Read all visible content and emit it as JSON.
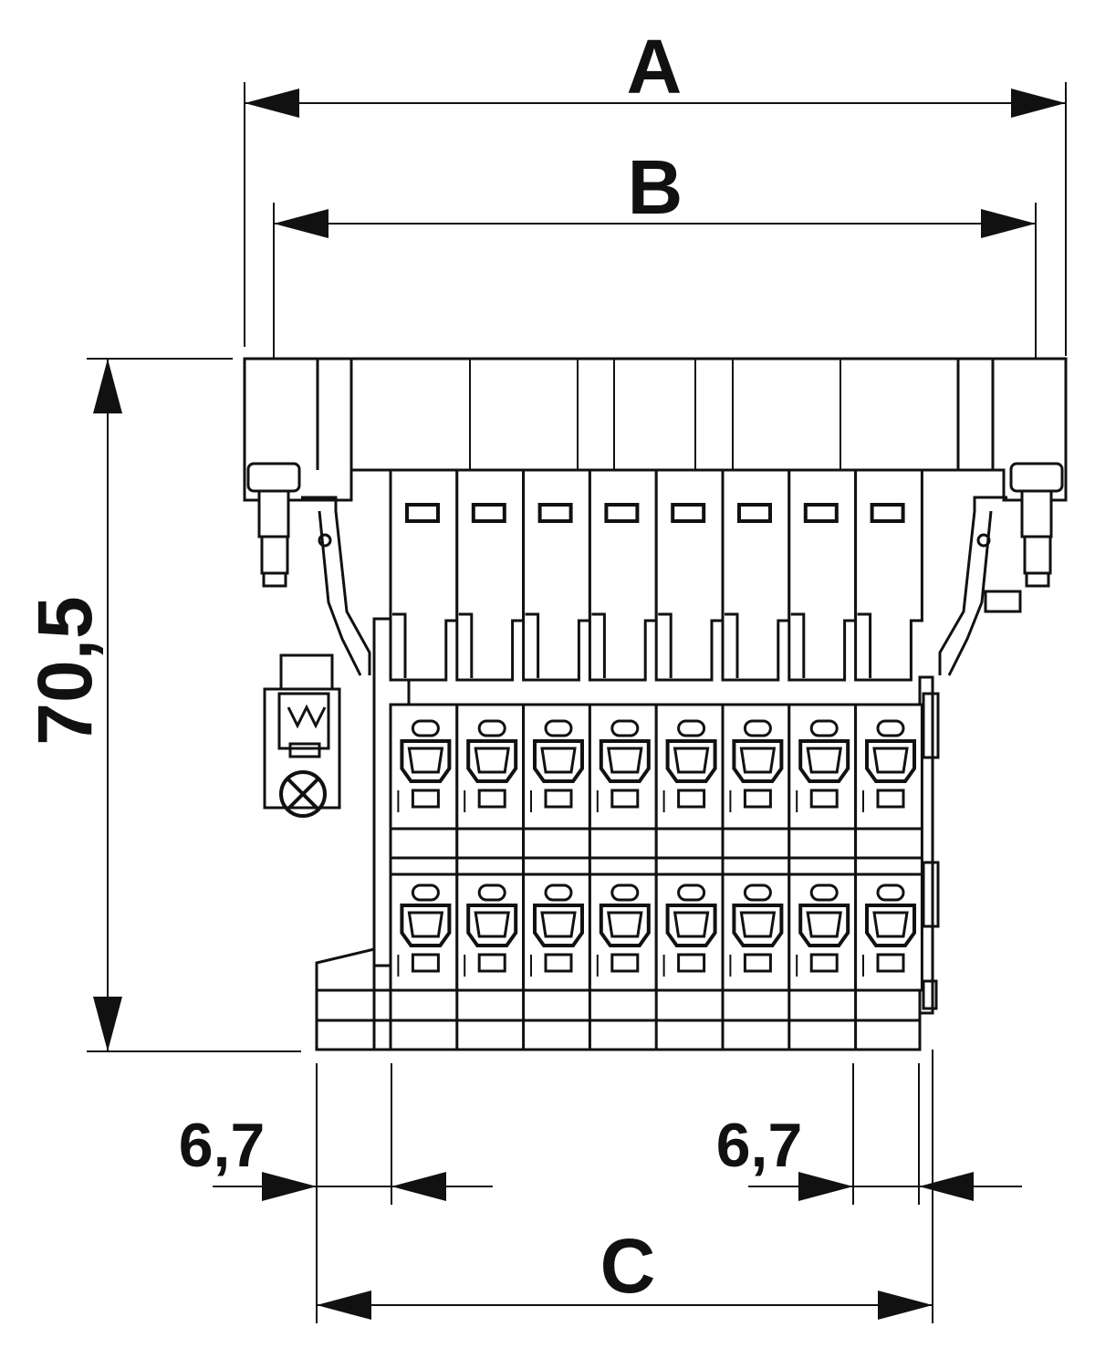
{
  "dimensions": {
    "A": "A",
    "B": "B",
    "C": "C",
    "height": "70,5",
    "pitch_left": "6,7",
    "pitch_right": "6,7"
  },
  "modules": {
    "count": 8,
    "rows": 2
  }
}
